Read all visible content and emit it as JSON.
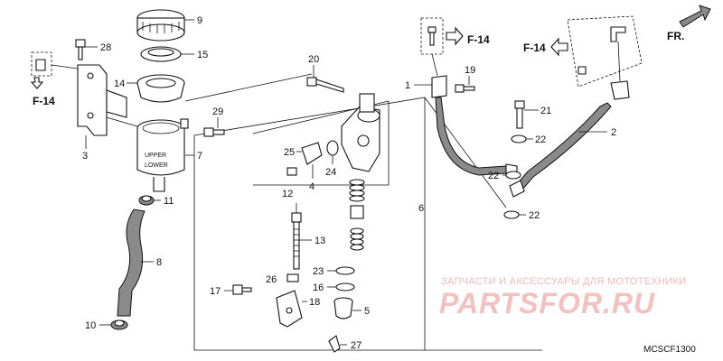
{
  "callouts": [
    {
      "id": "c1",
      "text": "1"
    },
    {
      "id": "c2",
      "text": "2"
    },
    {
      "id": "c3",
      "text": "3"
    },
    {
      "id": "c4",
      "text": "4"
    },
    {
      "id": "c5",
      "text": "5"
    },
    {
      "id": "c6",
      "text": "6"
    },
    {
      "id": "c7",
      "text": "7"
    },
    {
      "id": "c8",
      "text": "8"
    },
    {
      "id": "c9",
      "text": "9"
    },
    {
      "id": "c10",
      "text": "10"
    },
    {
      "id": "c11",
      "text": "11"
    },
    {
      "id": "c12",
      "text": "12"
    },
    {
      "id": "c13",
      "text": "13"
    },
    {
      "id": "c14",
      "text": "14"
    },
    {
      "id": "c15",
      "text": "15"
    },
    {
      "id": "c16",
      "text": "16"
    },
    {
      "id": "c17",
      "text": "17"
    },
    {
      "id": "c18",
      "text": "18"
    },
    {
      "id": "c19",
      "text": "19"
    },
    {
      "id": "c20",
      "text": "20"
    },
    {
      "id": "c21",
      "text": "21"
    },
    {
      "id": "c22a",
      "text": "22"
    },
    {
      "id": "c22b",
      "text": "22"
    },
    {
      "id": "c22c",
      "text": "22"
    },
    {
      "id": "c23",
      "text": "23"
    },
    {
      "id": "c24",
      "text": "24"
    },
    {
      "id": "c25",
      "text": "25"
    },
    {
      "id": "c26",
      "text": "26"
    },
    {
      "id": "c27",
      "text": "27"
    },
    {
      "id": "c28",
      "text": "28"
    },
    {
      "id": "c29",
      "text": "29"
    }
  ],
  "refs": {
    "f14_left": "F-14",
    "f14_mid": "F-14",
    "f14_right": "F-14",
    "front": "FR."
  },
  "reservoir": {
    "label_top": "UPPER",
    "label_bottom": "LOWER"
  },
  "watermark": {
    "line1": "ЗАПЧАСТИ И АКСЕССУАРЫ ДЛЯ МОТОТЕХНИКИ",
    "line2": "PARTSFOR.RU"
  },
  "diagram_code": "MCSCF1300",
  "colors": {
    "ink": "#111111",
    "watermark": "#f4c1c1",
    "hose_fill": "#8a8a8a"
  }
}
